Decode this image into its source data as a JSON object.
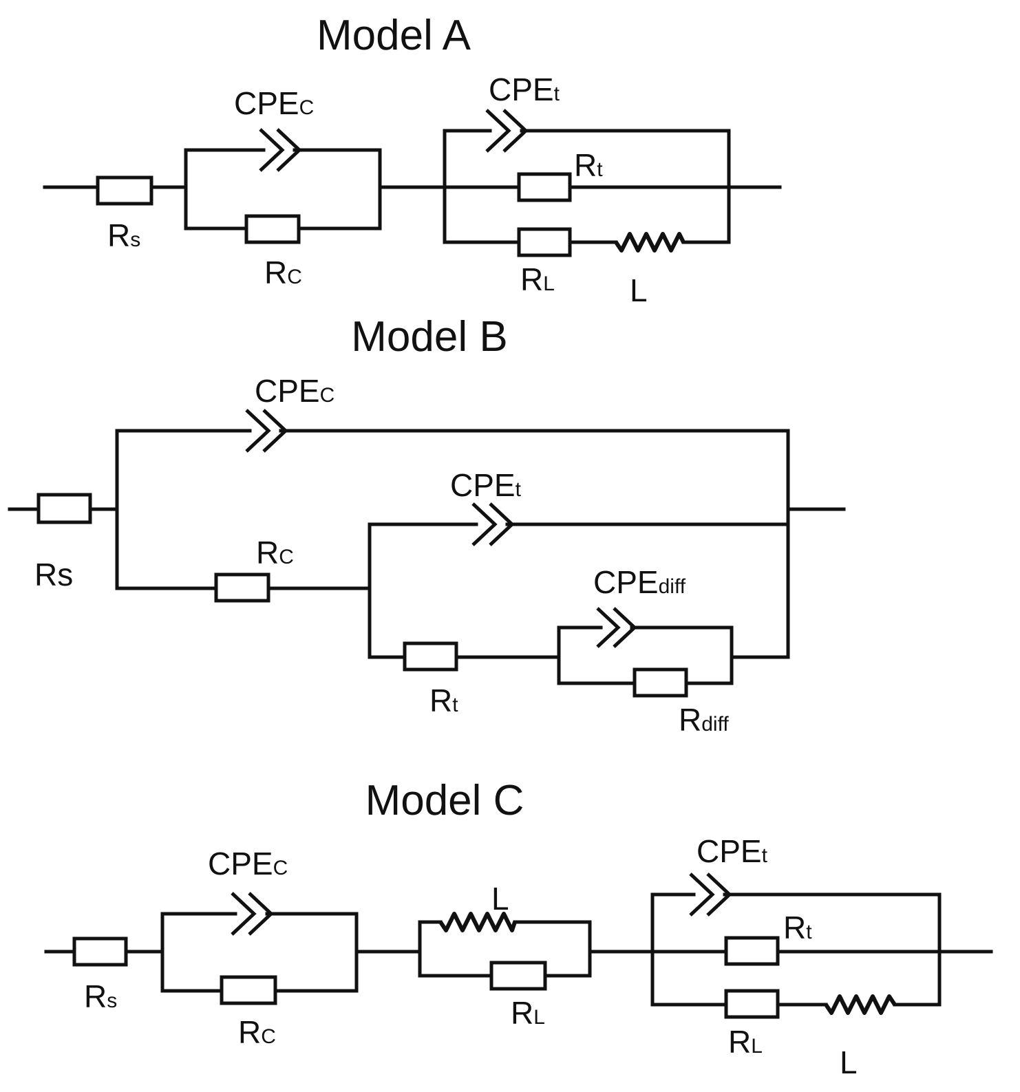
{
  "models": [
    {
      "title": "Model A",
      "labels": {
        "cpe_c": {
          "main": "CPE",
          "sub": "C"
        },
        "cpe_t": {
          "main": "CPE",
          "sub": "t"
        },
        "r_s": {
          "main": "R",
          "sub": "s"
        },
        "r_c": {
          "main": "R",
          "sub": "C"
        },
        "r_t": {
          "main": "R",
          "sub": "t"
        },
        "r_l": {
          "main": "R",
          "sub": "L"
        },
        "l": {
          "main": "L",
          "sub": ""
        }
      }
    },
    {
      "title": "Model B",
      "labels": {
        "cpe_c": {
          "main": "CPE",
          "sub": "C"
        },
        "cpe_t": {
          "main": "CPE",
          "sub": "t"
        },
        "cpe_diff": {
          "main": "CPE",
          "sub": "diff"
        },
        "r_s": {
          "main": "Rs",
          "sub": ""
        },
        "r_c": {
          "main": "R",
          "sub": "C"
        },
        "r_t": {
          "main": "R",
          "sub": "t"
        },
        "r_diff": {
          "main": "R",
          "sub": "diff"
        }
      }
    },
    {
      "title": "Model C",
      "labels": {
        "cpe_c": {
          "main": "CPE",
          "sub": "C"
        },
        "cpe_t": {
          "main": "CPE",
          "sub": "t"
        },
        "r_s": {
          "main": "R",
          "sub": "s"
        },
        "r_c": {
          "main": "R",
          "sub": "C"
        },
        "l_mid": {
          "main": "L",
          "sub": ""
        },
        "r_l_mid": {
          "main": "R",
          "sub": "L"
        },
        "r_t": {
          "main": "R",
          "sub": "t"
        },
        "r_l": {
          "main": "R",
          "sub": "L"
        },
        "l": {
          "main": "L",
          "sub": ""
        }
      }
    }
  ]
}
